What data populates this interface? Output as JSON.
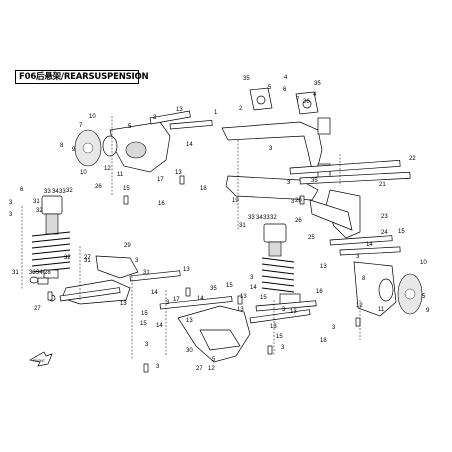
{
  "title": "F06后悬架/REARSUSPENSION",
  "front_arrow_label": "FRONT",
  "callouts": [
    {
      "id": "c1",
      "label": "35"
    },
    {
      "id": "c2",
      "label": "4"
    },
    {
      "id": "c3",
      "label": "6"
    },
    {
      "id": "c4",
      "label": "7"
    },
    {
      "id": "c5",
      "label": "35"
    },
    {
      "id": "c6",
      "label": "4"
    },
    {
      "id": "c7",
      "label": "36"
    },
    {
      "id": "c8",
      "label": "5"
    },
    {
      "id": "c9",
      "label": "10"
    },
    {
      "id": "c10",
      "label": "8"
    },
    {
      "id": "c11",
      "label": "7"
    },
    {
      "id": "c12",
      "label": "2"
    },
    {
      "id": "c13",
      "label": "1"
    },
    {
      "id": "c14",
      "label": "3"
    },
    {
      "id": "c15",
      "label": "13"
    },
    {
      "id": "c16",
      "label": "14"
    },
    {
      "id": "c17",
      "label": "10"
    },
    {
      "id": "c18",
      "label": "5"
    },
    {
      "id": "c19",
      "label": "9"
    },
    {
      "id": "c20",
      "label": "12"
    },
    {
      "id": "c21",
      "label": "11"
    },
    {
      "id": "c22",
      "label": "15"
    },
    {
      "id": "c23",
      "label": "17"
    },
    {
      "id": "c24",
      "label": "13"
    },
    {
      "id": "c25",
      "label": "18"
    },
    {
      "id": "c26",
      "label": "3"
    },
    {
      "id": "c27",
      "label": "22"
    },
    {
      "id": "c28",
      "label": "21"
    },
    {
      "id": "c29",
      "label": "35"
    },
    {
      "id": "c30",
      "label": "3"
    },
    {
      "id": "c31",
      "label": "16"
    },
    {
      "id": "c32",
      "label": "19"
    },
    {
      "id": "c33",
      "label": "20"
    },
    {
      "id": "c34",
      "label": "3"
    },
    {
      "id": "c35",
      "label": "33"
    },
    {
      "id": "c36",
      "label": "34"
    },
    {
      "id": "c37",
      "label": "33"
    },
    {
      "id": "c38",
      "label": "32"
    },
    {
      "id": "c39",
      "label": "26"
    },
    {
      "id": "c40",
      "label": "31"
    },
    {
      "id": "c41",
      "label": "6"
    },
    {
      "id": "c42",
      "label": "33"
    },
    {
      "id": "c43",
      "label": "34"
    },
    {
      "id": "c44",
      "label": "33"
    },
    {
      "id": "c45",
      "label": "32"
    },
    {
      "id": "c46",
      "label": "26"
    },
    {
      "id": "c47",
      "label": "3"
    },
    {
      "id": "c48",
      "label": "31"
    },
    {
      "id": "c49",
      "label": "32"
    },
    {
      "id": "c50",
      "label": "3"
    },
    {
      "id": "c51",
      "label": "25"
    },
    {
      "id": "c52",
      "label": "23"
    },
    {
      "id": "c53",
      "label": "24"
    },
    {
      "id": "c54",
      "label": "15"
    },
    {
      "id": "c55",
      "label": "14"
    },
    {
      "id": "c56",
      "label": "13"
    },
    {
      "id": "c57",
      "label": "29"
    },
    {
      "id": "c58",
      "label": "32"
    },
    {
      "id": "c59",
      "label": "31"
    },
    {
      "id": "c60",
      "label": "31"
    },
    {
      "id": "c61",
      "label": "33"
    },
    {
      "id": "c62",
      "label": "34"
    },
    {
      "id": "c63",
      "label": "28"
    },
    {
      "id": "c64",
      "label": "27"
    },
    {
      "id": "c65",
      "label": "3"
    },
    {
      "id": "c66",
      "label": "13"
    },
    {
      "id": "c67",
      "label": "31"
    },
    {
      "id": "c68",
      "label": "3"
    },
    {
      "id": "c69",
      "label": "14"
    },
    {
      "id": "c70",
      "label": "27"
    },
    {
      "id": "c71",
      "label": "13"
    },
    {
      "id": "c72",
      "label": "15"
    },
    {
      "id": "c73",
      "label": "10"
    },
    {
      "id": "c74",
      "label": "5"
    },
    {
      "id": "c75",
      "label": "3"
    },
    {
      "id": "c76",
      "label": "35"
    },
    {
      "id": "c77",
      "label": "14"
    },
    {
      "id": "c78",
      "label": "13"
    },
    {
      "id": "c79",
      "label": "15"
    },
    {
      "id": "c80",
      "label": "16"
    },
    {
      "id": "c81",
      "label": "15"
    },
    {
      "id": "c82",
      "label": "14"
    },
    {
      "id": "c83",
      "label": "8"
    },
    {
      "id": "c84",
      "label": "11"
    },
    {
      "id": "c85",
      "label": "9"
    },
    {
      "id": "c86",
      "label": "12"
    },
    {
      "id": "c87",
      "label": "15"
    },
    {
      "id": "c88",
      "label": "3"
    },
    {
      "id": "c89",
      "label": "13"
    },
    {
      "id": "c90",
      "label": "30"
    },
    {
      "id": "c91",
      "label": "27"
    },
    {
      "id": "c92",
      "label": "3"
    },
    {
      "id": "c93",
      "label": "13"
    },
    {
      "id": "c94",
      "label": "15"
    },
    {
      "id": "c95",
      "label": "18"
    },
    {
      "id": "c96",
      "label": "12"
    },
    {
      "id": "c97",
      "label": "3"
    },
    {
      "id": "c98",
      "label": "17"
    },
    {
      "id": "c99",
      "label": "14"
    },
    {
      "id": "c100",
      "label": "3"
    },
    {
      "id": "c101",
      "label": "13"
    },
    {
      "id": "c102",
      "label": "13"
    },
    {
      "id": "c103",
      "label": "3"
    },
    {
      "id": "c104",
      "label": "5"
    },
    {
      "id": "c105",
      "label": "3"
    }
  ]
}
